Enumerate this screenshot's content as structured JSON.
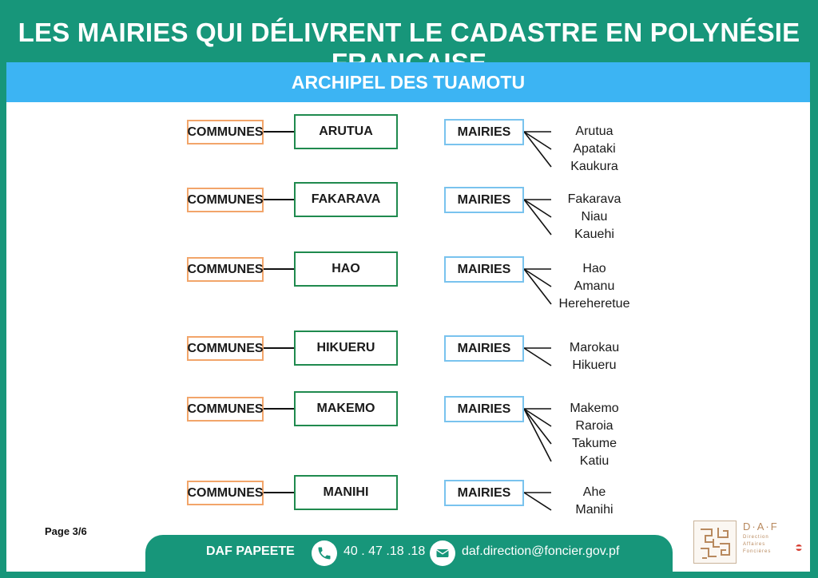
{
  "title": "LES MAIRIES QUI DÉLIVRENT LE CADASTRE EN POLYNÉSIE FRANÇAISE",
  "subtitle": "ARCHIPEL DES TUAMOTU",
  "labels": {
    "communes": "COMMUNES",
    "mairies": "MAIRIES"
  },
  "communes": [
    {
      "name": "ARUTUA",
      "mairies": [
        "Arutua",
        "Apataki",
        "Kaukura"
      ]
    },
    {
      "name": "FAKARAVA",
      "mairies": [
        "Fakarava",
        "Niau",
        "Kauehi"
      ]
    },
    {
      "name": "HAO",
      "mairies": [
        "Hao",
        "Amanu",
        "Hereheretue"
      ]
    },
    {
      "name": "HIKUERU",
      "mairies": [
        "Marokau",
        "Hikueru"
      ]
    },
    {
      "name": "MAKEMO",
      "mairies": [
        "Makemo",
        "Raroia",
        "Takume",
        "Katiu"
      ]
    },
    {
      "name": "MANIHI",
      "mairies": [
        "Ahe",
        "Manihi"
      ]
    }
  ],
  "page": "Page 3/6",
  "footer": {
    "office": "DAF PAPEETE",
    "phone": "40 . 47 .18 .18",
    "email": "daf.direction@foncier.gov.pf",
    "icons": [
      "phone-icon",
      "mail-icon"
    ]
  },
  "logo": {
    "letters": "D·A·F",
    "sub": [
      "Direction",
      "Affaires",
      "Foncières"
    ]
  },
  "colors": {
    "green": "#17967a",
    "blue": "#3cb4f3",
    "orange": "#f2a56a",
    "darkgreen": "#1f8a4e",
    "lightblue": "#79c3ee"
  }
}
